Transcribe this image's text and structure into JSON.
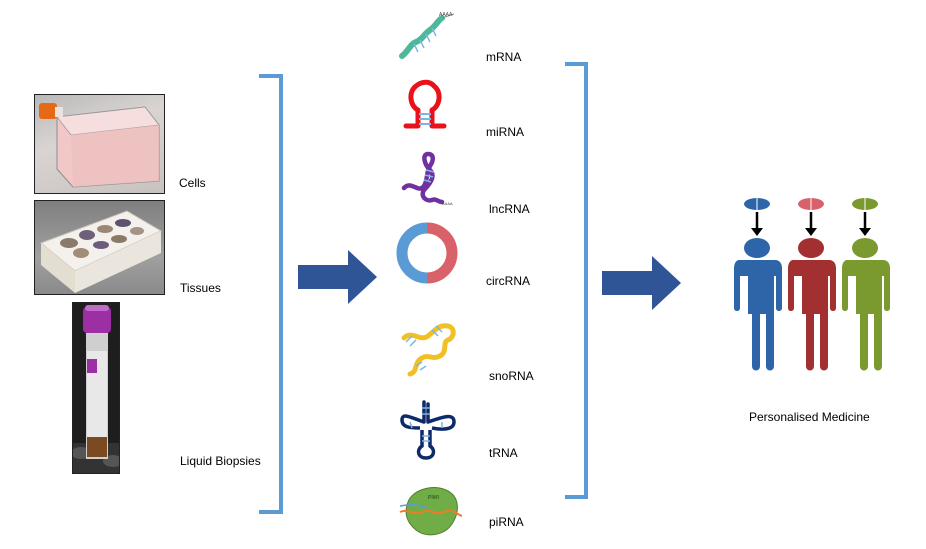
{
  "sources": [
    {
      "label": "Cells",
      "icon": "cell-culture-flask-photo"
    },
    {
      "label": "Tissues",
      "icon": "tissue-samples-photo"
    },
    {
      "label": "Liquid Biopsies",
      "icon": "blood-tube-photo"
    }
  ],
  "rna_types": [
    {
      "label": "mRNA",
      "icon": "mrna-icon",
      "tag": "AAAA"
    },
    {
      "label": "miRNA",
      "icon": "mirna-hairpin-icon"
    },
    {
      "label": "lncRNA",
      "icon": "lncrna-icon",
      "tag": "AAAA"
    },
    {
      "label": "circRNA",
      "icon": "circrna-ring-icon"
    },
    {
      "label": "snoRNA",
      "icon": "snorna-icon"
    },
    {
      "label": "tRNA",
      "icon": "trna-cloverleaf-icon"
    },
    {
      "label": "piRNA",
      "icon": "pirna-piwi-icon",
      "tag": "PIWI"
    }
  ],
  "outcome": {
    "label": "Personalised Medicine",
    "people": [
      {
        "icon": "person-blue-icon",
        "color": "#2e64a8"
      },
      {
        "icon": "person-red-icon",
        "color": "#a33030"
      },
      {
        "icon": "person-green-icon",
        "color": "#7a9a30"
      }
    ]
  },
  "colors": {
    "bracket": "#5b9bd5",
    "arrow": "#2f5597",
    "mrna": "#4db89a",
    "mirna": "#e8121a",
    "lncrna": "#7030a0",
    "circrna_blue": "#5b9bd5",
    "circrna_red": "#d9626a",
    "snorna": "#f2c024",
    "trna": "#0d2a6b",
    "pirna_green": "#70ad47",
    "pirna_strand": "#f07a2a"
  }
}
